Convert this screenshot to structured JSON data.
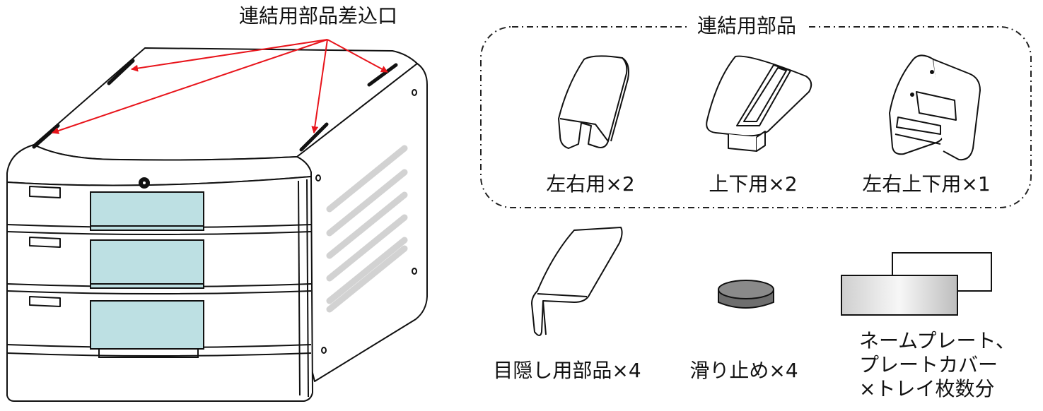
{
  "callout": {
    "slot_label": "連結用部品差込口"
  },
  "connector_group": {
    "title": "連結用部品",
    "parts": [
      {
        "name": "left-right",
        "label": "左右用×2"
      },
      {
        "name": "top-bottom",
        "label": "上下用×2"
      },
      {
        "name": "all-direction",
        "label": "左右上下用×1"
      }
    ]
  },
  "other_parts": [
    {
      "name": "blind",
      "label": "目隠し用部品×4"
    },
    {
      "name": "nonslip",
      "label": "滑り止め×4"
    },
    {
      "name": "nameplate",
      "lines": [
        "ネームプレート、",
        "プレートカバー",
        "×トレイ枚数分"
      ]
    }
  ],
  "colors": {
    "arrow": "#e8141b",
    "tray_front": "#bde0e3",
    "outline": "#111111",
    "vent": "#d2d2d2",
    "foot_pad": "#7a7a7a"
  }
}
